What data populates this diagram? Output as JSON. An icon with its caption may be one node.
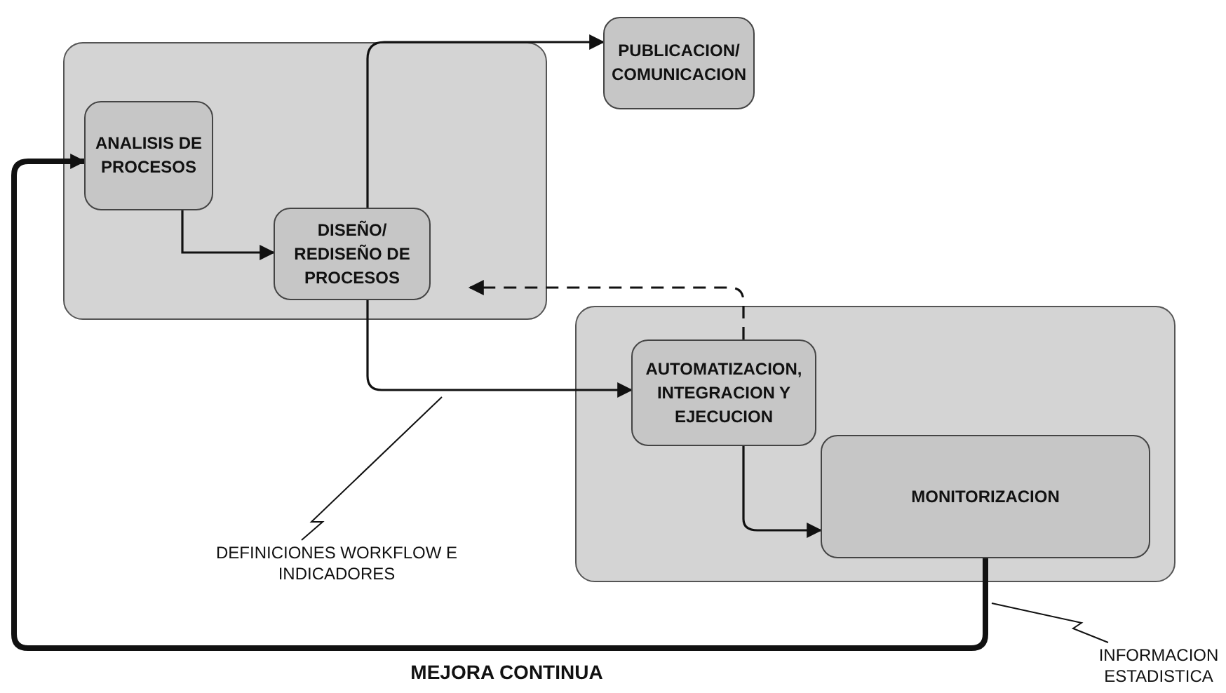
{
  "diagram": {
    "nodes": [
      {
        "text": [],
        "shape": "box"
      },
      {
        "text": [
          "ANALISIS DE PROCESOS"
        ],
        "in": 0
      },
      {
        "text": [
          "DISEÑO/ REDISEÑO DE PROCESOS"
        ],
        "in": 0
      },
      {
        "text": [
          "PUBLICACION/ COMUNICACION"
        ]
      },
      {
        "text": [],
        "shape": "box"
      },
      {
        "text": [
          "AUTOMATIZACION, INTEGRACION Y EJECUCION"
        ],
        "in": 4
      },
      {
        "text": [
          "MONITORIZACION"
        ],
        "in": 4
      },
      {
        "text": [
          "DEFINICIONES WORKFLOW E INDICADORES"
        ]
      },
      {
        "text": [
          "INFORMACION ESTADISTICA"
        ]
      }
    ],
    "edges": [
      {
        "from": 1,
        "to": 2,
        "arrow": "to"
      },
      {
        "from": 2,
        "to": 3,
        "arrow": "to"
      },
      {
        "from": 5,
        "to": 2,
        "arrow": "to",
        "style": "dashed"
      },
      {
        "from": 2,
        "to": 5,
        "arrow": "to"
      },
      {
        "from": 5,
        "to": 6,
        "arrow": "to"
      },
      {
        "from": 6,
        "to": 1,
        "arrow": "to",
        "label": "MEJORA CONTINUA",
        "style": "thick"
      },
      {
        "from": 7,
        "to": null,
        "arrow": "none"
      },
      {
        "from": 8,
        "to": null,
        "arrow": "none"
      }
    ]
  }
}
